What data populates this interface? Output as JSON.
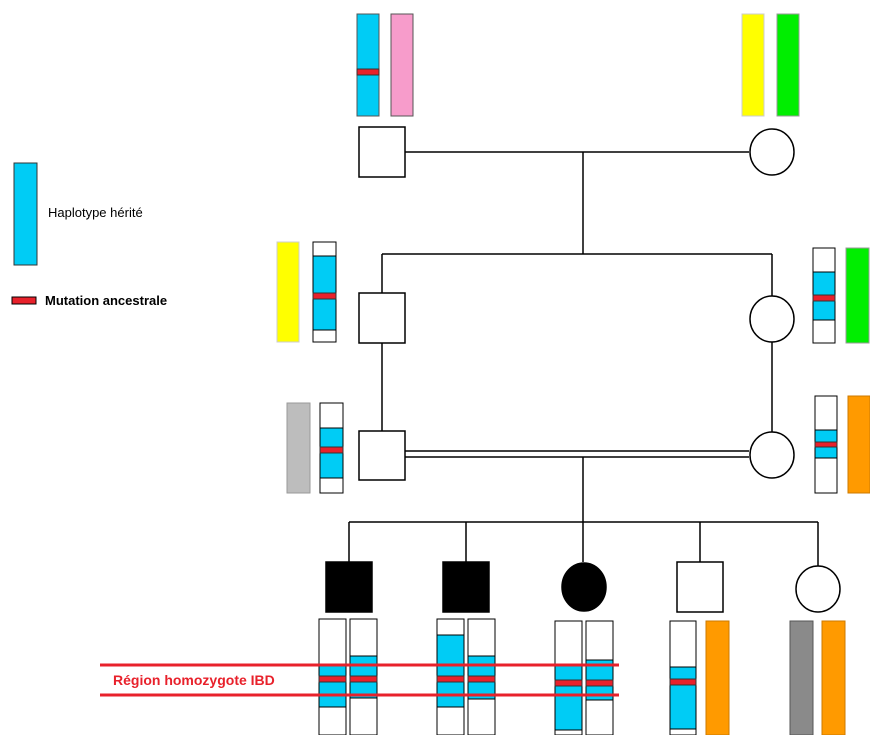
{
  "legend": {
    "haplotype_label": "Haplotype hérité",
    "mutation_label": "Mutation ancestrale"
  },
  "ibd_label": "Région homozygote IBD",
  "colors": {
    "cyan": "#00ccf5",
    "pink": "#f79ccb",
    "yellow": "#ffff00",
    "green": "#00ee00",
    "gray": "#bdbdbd",
    "darkgray": "#8a8a8a",
    "orange": "#ff9a00",
    "mutation": "#e8212b",
    "white": "#ffffff",
    "affected": "#000000"
  },
  "individuals": [
    {
      "id": "I-1",
      "sex": "male",
      "affected": false
    },
    {
      "id": "I-2",
      "sex": "female",
      "affected": false
    },
    {
      "id": "II-1",
      "sex": "male",
      "affected": false
    },
    {
      "id": "II-2",
      "sex": "female",
      "affected": false
    },
    {
      "id": "III-1",
      "sex": "male",
      "affected": false
    },
    {
      "id": "III-2",
      "sex": "female",
      "affected": false
    },
    {
      "id": "IV-1",
      "sex": "male",
      "affected": true
    },
    {
      "id": "IV-2",
      "sex": "male",
      "affected": true
    },
    {
      "id": "IV-3",
      "sex": "female",
      "affected": true
    },
    {
      "id": "IV-4",
      "sex": "male",
      "affected": false
    },
    {
      "id": "IV-5",
      "sex": "female",
      "affected": false
    }
  ]
}
